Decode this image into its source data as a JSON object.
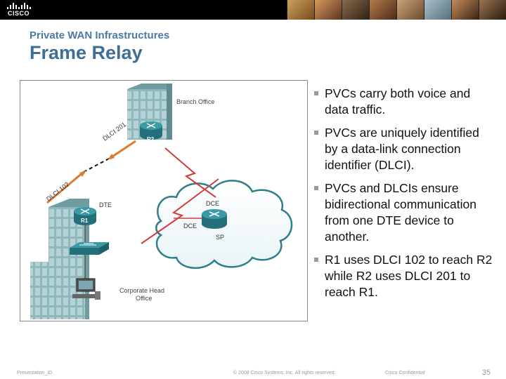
{
  "header": {
    "logo_text": "CISCO"
  },
  "slide": {
    "subtitle": "Private WAN Infrastructures",
    "title": "Frame Relay"
  },
  "diagram": {
    "branch_office": "Branch Office",
    "r2": "R2",
    "r1": "R1",
    "dlci_201": "DLCI 201",
    "dlci_102": "DLCI 102",
    "dte": "DTE",
    "dce_top": "DCE",
    "dce_bottom": "DCE",
    "sp": "SP",
    "corporate_line1": "Corporate Head",
    "corporate_line2": "Office"
  },
  "bullets": [
    "PVCs carry both voice and data traffic.",
    "PVCs are uniquely identified by a data-link connection identifier (DLCI).",
    "PVCs and DLCIs ensure bidirectional communication from one DTE device to another.",
    "R1 uses DLCI 102 to reach R2 while R2 uses DLCI 201 to reach R1."
  ],
  "footer": {
    "presentation_id": "Presentation_ID",
    "copyright": "© 2008 Cisco Systems, Inc. All rights reserved.",
    "confidential": "Cisco Confidential",
    "page_number": "35"
  },
  "colors": {
    "title": "#3e6e96",
    "subtitle": "#4a7aa5",
    "building": "#86b0b4",
    "router": "#2e8a95",
    "wan_link": "#d23c3c",
    "pvc": "#e07b2c"
  }
}
